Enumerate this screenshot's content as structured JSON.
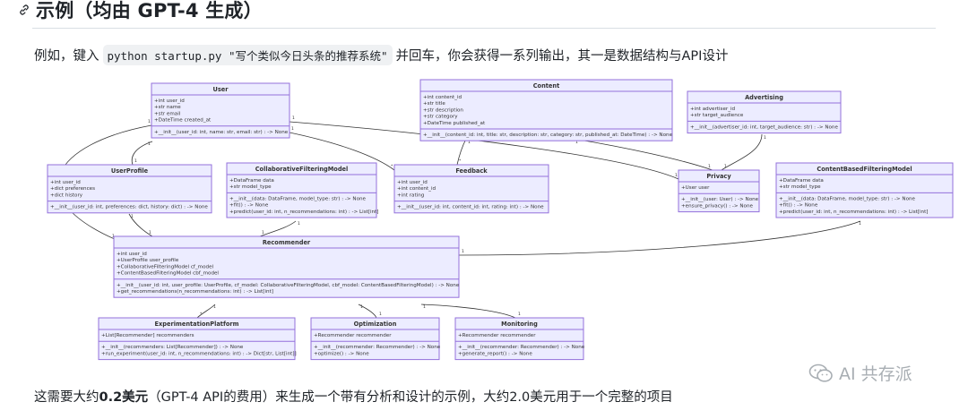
{
  "section": {
    "heading": "示例（均由 GPT-4 生成）",
    "intro_before": "例如，键入",
    "intro_code": "python startup.py \"写个类似今日头条的推荐系统\"",
    "intro_after": "并回车，你会获得一系列输出，其一是数据结构与API设计",
    "outro_before": "这需要大约",
    "outro_bold": "0.2美元",
    "outro_after": "（GPT-4 API的费用）来生成一个带有分析和设计的示例，大约2.0美元用于一个完整的项目"
  },
  "watermark": {
    "text": "AI 共存派",
    "icon": "wechat-icon"
  },
  "diagram": {
    "colors": {
      "box_fill": "#ececff",
      "box_stroke": "#9370db",
      "text": "#333333"
    },
    "classes": [
      {
        "id": "User",
        "title": "User",
        "attributes": [
          "+int user_id",
          "+str name",
          "+str email",
          "+DateTime created_at"
        ],
        "methods": [
          "+__init__(user_id: int, name: str, email: str) : -> None"
        ]
      },
      {
        "id": "Content",
        "title": "Content",
        "attributes": [
          "+int content_id",
          "+str title",
          "+str description",
          "+str category",
          "+DateTime published_at"
        ],
        "methods": [
          "+__init__(content_id: int, title: str, description: str, category: str, published_at: DateTime) : -> None"
        ]
      },
      {
        "id": "Advertising",
        "title": "Advertising",
        "attributes": [
          "+int advertiser_id",
          "+str target_audience"
        ],
        "methods": [
          "+__init__(advertiser_id: int, target_audience: str) : -> None"
        ]
      },
      {
        "id": "UserProfile",
        "title": "UserProfile",
        "attributes": [
          "+int user_id",
          "+dict preferences",
          "+dict history"
        ],
        "methods": [
          "+__init__(user_id: int, preferences: dict, history: dict) : -> None"
        ]
      },
      {
        "id": "CollaborativeFilteringModel",
        "title": "CollaborativeFilteringModel",
        "attributes": [
          "+DataFrame data",
          "+str model_type"
        ],
        "methods": [
          "+__init__(data: DataFrame, model_type: str) : -> None",
          "+fit() : -> None",
          "+predict(user_id: int, n_recommendations: int) : -> List[int]"
        ]
      },
      {
        "id": "Feedback",
        "title": "Feedback",
        "attributes": [
          "+int user_id",
          "+int content_id",
          "+int rating"
        ],
        "methods": [
          "+__init__(user_id: int, content_id: int, rating: int) : -> None"
        ]
      },
      {
        "id": "Privacy",
        "title": "Privacy",
        "attributes": [
          "+User user"
        ],
        "methods": [
          "+__init__(user: User) : -> None",
          "+ensure_privacy() : -> None"
        ]
      },
      {
        "id": "ContentBasedFilteringModel",
        "title": "ContentBasedFilteringModel",
        "attributes": [
          "+DataFrame data",
          "+str model_type"
        ],
        "methods": [
          "+__init__(data: DataFrame, model_type: str) : -> None",
          "+fit() : -> None",
          "+predict(user_id: int, n_recommendations: int) : -> List[int]"
        ]
      },
      {
        "id": "Recommender",
        "title": "Recommender",
        "attributes": [
          "+int user_id",
          "+UserProfile user_profile",
          "+CollaborativeFilteringModel cf_model",
          "+ContentBasedFilteringModel cbf_model"
        ],
        "methods": [
          "+__init__(user_id: int, user_profile: UserProfile, cf_model: CollaborativeFilteringModel, cbf_model: ContentBasedFilteringModel) : -> None",
          "+get_recommendations(n_recommendations: int) : -> List[int]"
        ]
      },
      {
        "id": "ExperimentationPlatform",
        "title": "ExperimentationPlatform",
        "attributes": [
          "+List[Recommender] recommenders"
        ],
        "methods": [
          "+__init__(recommenders: List[Recommender]) : -> None",
          "+run_experiment(user_id: int, n_recommendations: int) : -> Dict[str, List[int]]"
        ]
      },
      {
        "id": "Optimization",
        "title": "Optimization",
        "attributes": [
          "+Recommender recommender"
        ],
        "methods": [
          "+__init__(recommender: Recommender) : -> None",
          "+optimize() : -> None"
        ]
      },
      {
        "id": "Monitoring",
        "title": "Monitoring",
        "attributes": [
          "+Recommender recommender"
        ],
        "methods": [
          "+__init__(recommender: Recommender) : -> None",
          "+generate_report() : -> None"
        ]
      }
    ],
    "relations": [
      {
        "from": "User",
        "to": "UserProfile",
        "from_mult": "1",
        "to_mult": "1"
      },
      {
        "from": "User",
        "to": "Feedback",
        "from_mult": "1",
        "to_mult": "*"
      },
      {
        "from": "User",
        "to": "Privacy",
        "from_mult": "1",
        "to_mult": "1"
      },
      {
        "from": "User",
        "to": "Recommender",
        "from_mult": "1",
        "to_mult": "1"
      },
      {
        "from": "Content",
        "to": "Feedback",
        "from_mult": "1",
        "to_mult": "*"
      },
      {
        "from": "Content",
        "to": "Privacy",
        "from_mult": "1",
        "to_mult": "1"
      },
      {
        "from": "Advertising",
        "to": "Privacy",
        "from_mult": "1",
        "to_mult": "1"
      },
      {
        "from": "UserProfile",
        "to": "Recommender",
        "from_mult": "1",
        "to_mult": "1"
      },
      {
        "from": "CollaborativeFilteringModel",
        "to": "Recommender",
        "from_mult": "1",
        "to_mult": "1"
      },
      {
        "from": "ContentBasedFilteringModel",
        "to": "Recommender",
        "from_mult": "1",
        "to_mult": "1"
      },
      {
        "from": "Recommender",
        "to": "ExperimentationPlatform",
        "from_mult": "1",
        "to_mult": "*"
      },
      {
        "from": "Recommender",
        "to": "Optimization",
        "from_mult": "1",
        "to_mult": "1"
      },
      {
        "from": "Recommender",
        "to": "Monitoring",
        "from_mult": "1",
        "to_mult": "1"
      }
    ]
  }
}
